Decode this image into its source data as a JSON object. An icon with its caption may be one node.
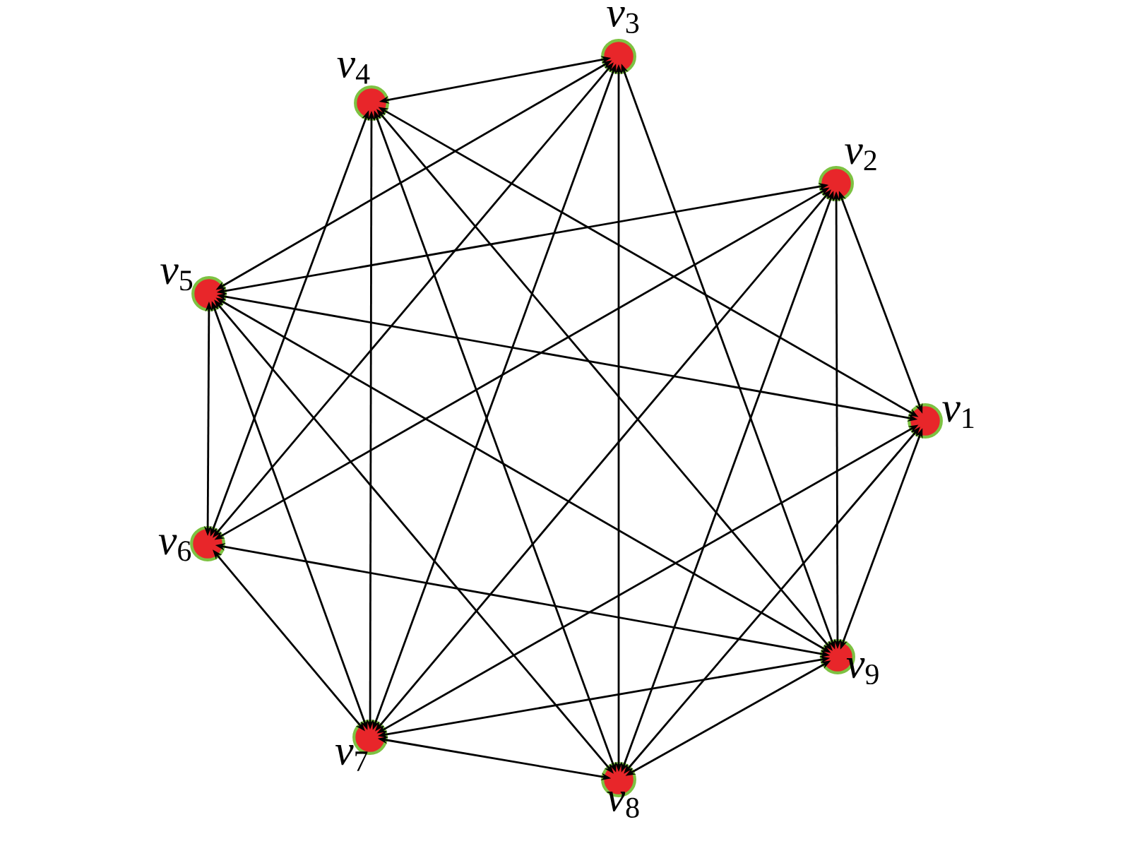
{
  "diagram": {
    "nodes": [
      {
        "text": [
          "*v*$_{1}$"
        ]
      },
      {
        "text": [
          "*v*$_{2}$"
        ]
      },
      {
        "text": [
          "*v*$_{3}$"
        ]
      },
      {
        "text": [
          "*v*$_{4}$"
        ]
      },
      {
        "text": [
          "*v*$_{5}$"
        ]
      },
      {
        "text": [
          "*v*$_{6}$"
        ]
      },
      {
        "text": [
          "*v*$_{7}$"
        ]
      },
      {
        "text": [
          "*v*$_{8}$"
        ]
      },
      {
        "text": [
          "*v*$_{9}$"
        ]
      }
    ],
    "edges": [
      {
        "from": 0,
        "to": 1,
        "arrow": "both"
      },
      {
        "from": 0,
        "to": 3,
        "arrow": "both"
      },
      {
        "from": 0,
        "to": 4,
        "arrow": "both"
      },
      {
        "from": 0,
        "to": 6,
        "arrow": "both"
      },
      {
        "from": 0,
        "to": 7,
        "arrow": "both"
      },
      {
        "from": 0,
        "to": 8,
        "arrow": "both"
      },
      {
        "from": 1,
        "to": 4,
        "arrow": "both"
      },
      {
        "from": 1,
        "to": 5,
        "arrow": "both"
      },
      {
        "from": 1,
        "to": 6,
        "arrow": "both"
      },
      {
        "from": 1,
        "to": 7,
        "arrow": "both"
      },
      {
        "from": 1,
        "to": 8,
        "arrow": "both"
      },
      {
        "from": 2,
        "to": 3,
        "arrow": "both"
      },
      {
        "from": 2,
        "to": 4,
        "arrow": "both"
      },
      {
        "from": 2,
        "to": 5,
        "arrow": "both"
      },
      {
        "from": 2,
        "to": 6,
        "arrow": "both"
      },
      {
        "from": 2,
        "to": 7,
        "arrow": "both"
      },
      {
        "from": 2,
        "to": 8,
        "arrow": "both"
      },
      {
        "from": 3,
        "to": 5,
        "arrow": "both"
      },
      {
        "from": 3,
        "to": 6,
        "arrow": "both"
      },
      {
        "from": 3,
        "to": 7,
        "arrow": "both"
      },
      {
        "from": 3,
        "to": 8,
        "arrow": "both"
      },
      {
        "from": 4,
        "to": 5,
        "arrow": "both"
      },
      {
        "from": 4,
        "to": 6,
        "arrow": "both"
      },
      {
        "from": 4,
        "to": 7,
        "arrow": "both"
      },
      {
        "from": 4,
        "to": 8,
        "arrow": "both"
      },
      {
        "from": 5,
        "to": 6,
        "arrow": "both"
      },
      {
        "from": 5,
        "to": 8,
        "arrow": "both"
      },
      {
        "from": 6,
        "to": 7,
        "arrow": "both"
      },
      {
        "from": 6,
        "to": 8,
        "arrow": "both"
      },
      {
        "from": 7,
        "to": 8,
        "arrow": "both"
      }
    ]
  }
}
